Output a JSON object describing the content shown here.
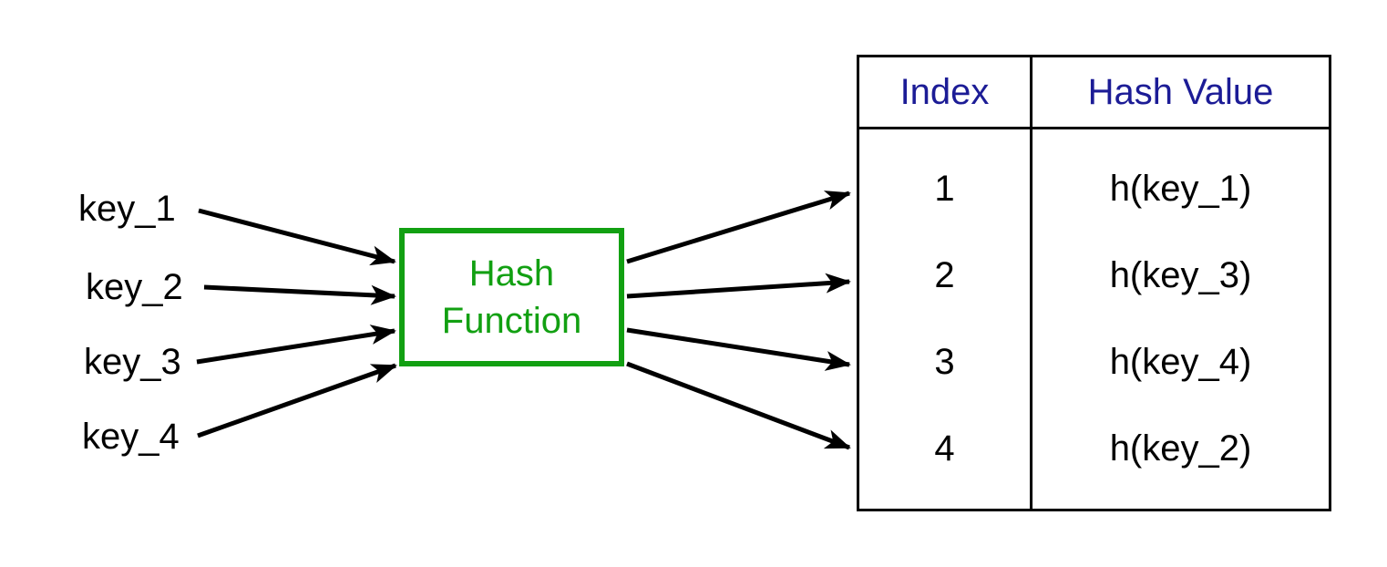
{
  "diagram": {
    "keys": [
      {
        "label": "key_1"
      },
      {
        "label": "key_2"
      },
      {
        "label": "key_3"
      },
      {
        "label": "key_4"
      }
    ],
    "hash_function_box": {
      "label": "Hash Function"
    },
    "mapping_table": {
      "headers": {
        "index": "Index",
        "hash_value": "Hash Value"
      },
      "rows": [
        {
          "index": "1",
          "hash_value": "h(key_1)"
        },
        {
          "index": "2",
          "hash_value": "h(key_3)"
        },
        {
          "index": "3",
          "hash_value": "h(key_4)"
        },
        {
          "index": "4",
          "hash_value": "h(key_2)"
        }
      ]
    },
    "colors": {
      "box_green": "#12A012",
      "header_blue": "#1C1C96",
      "arrow_black": "#000000"
    }
  }
}
